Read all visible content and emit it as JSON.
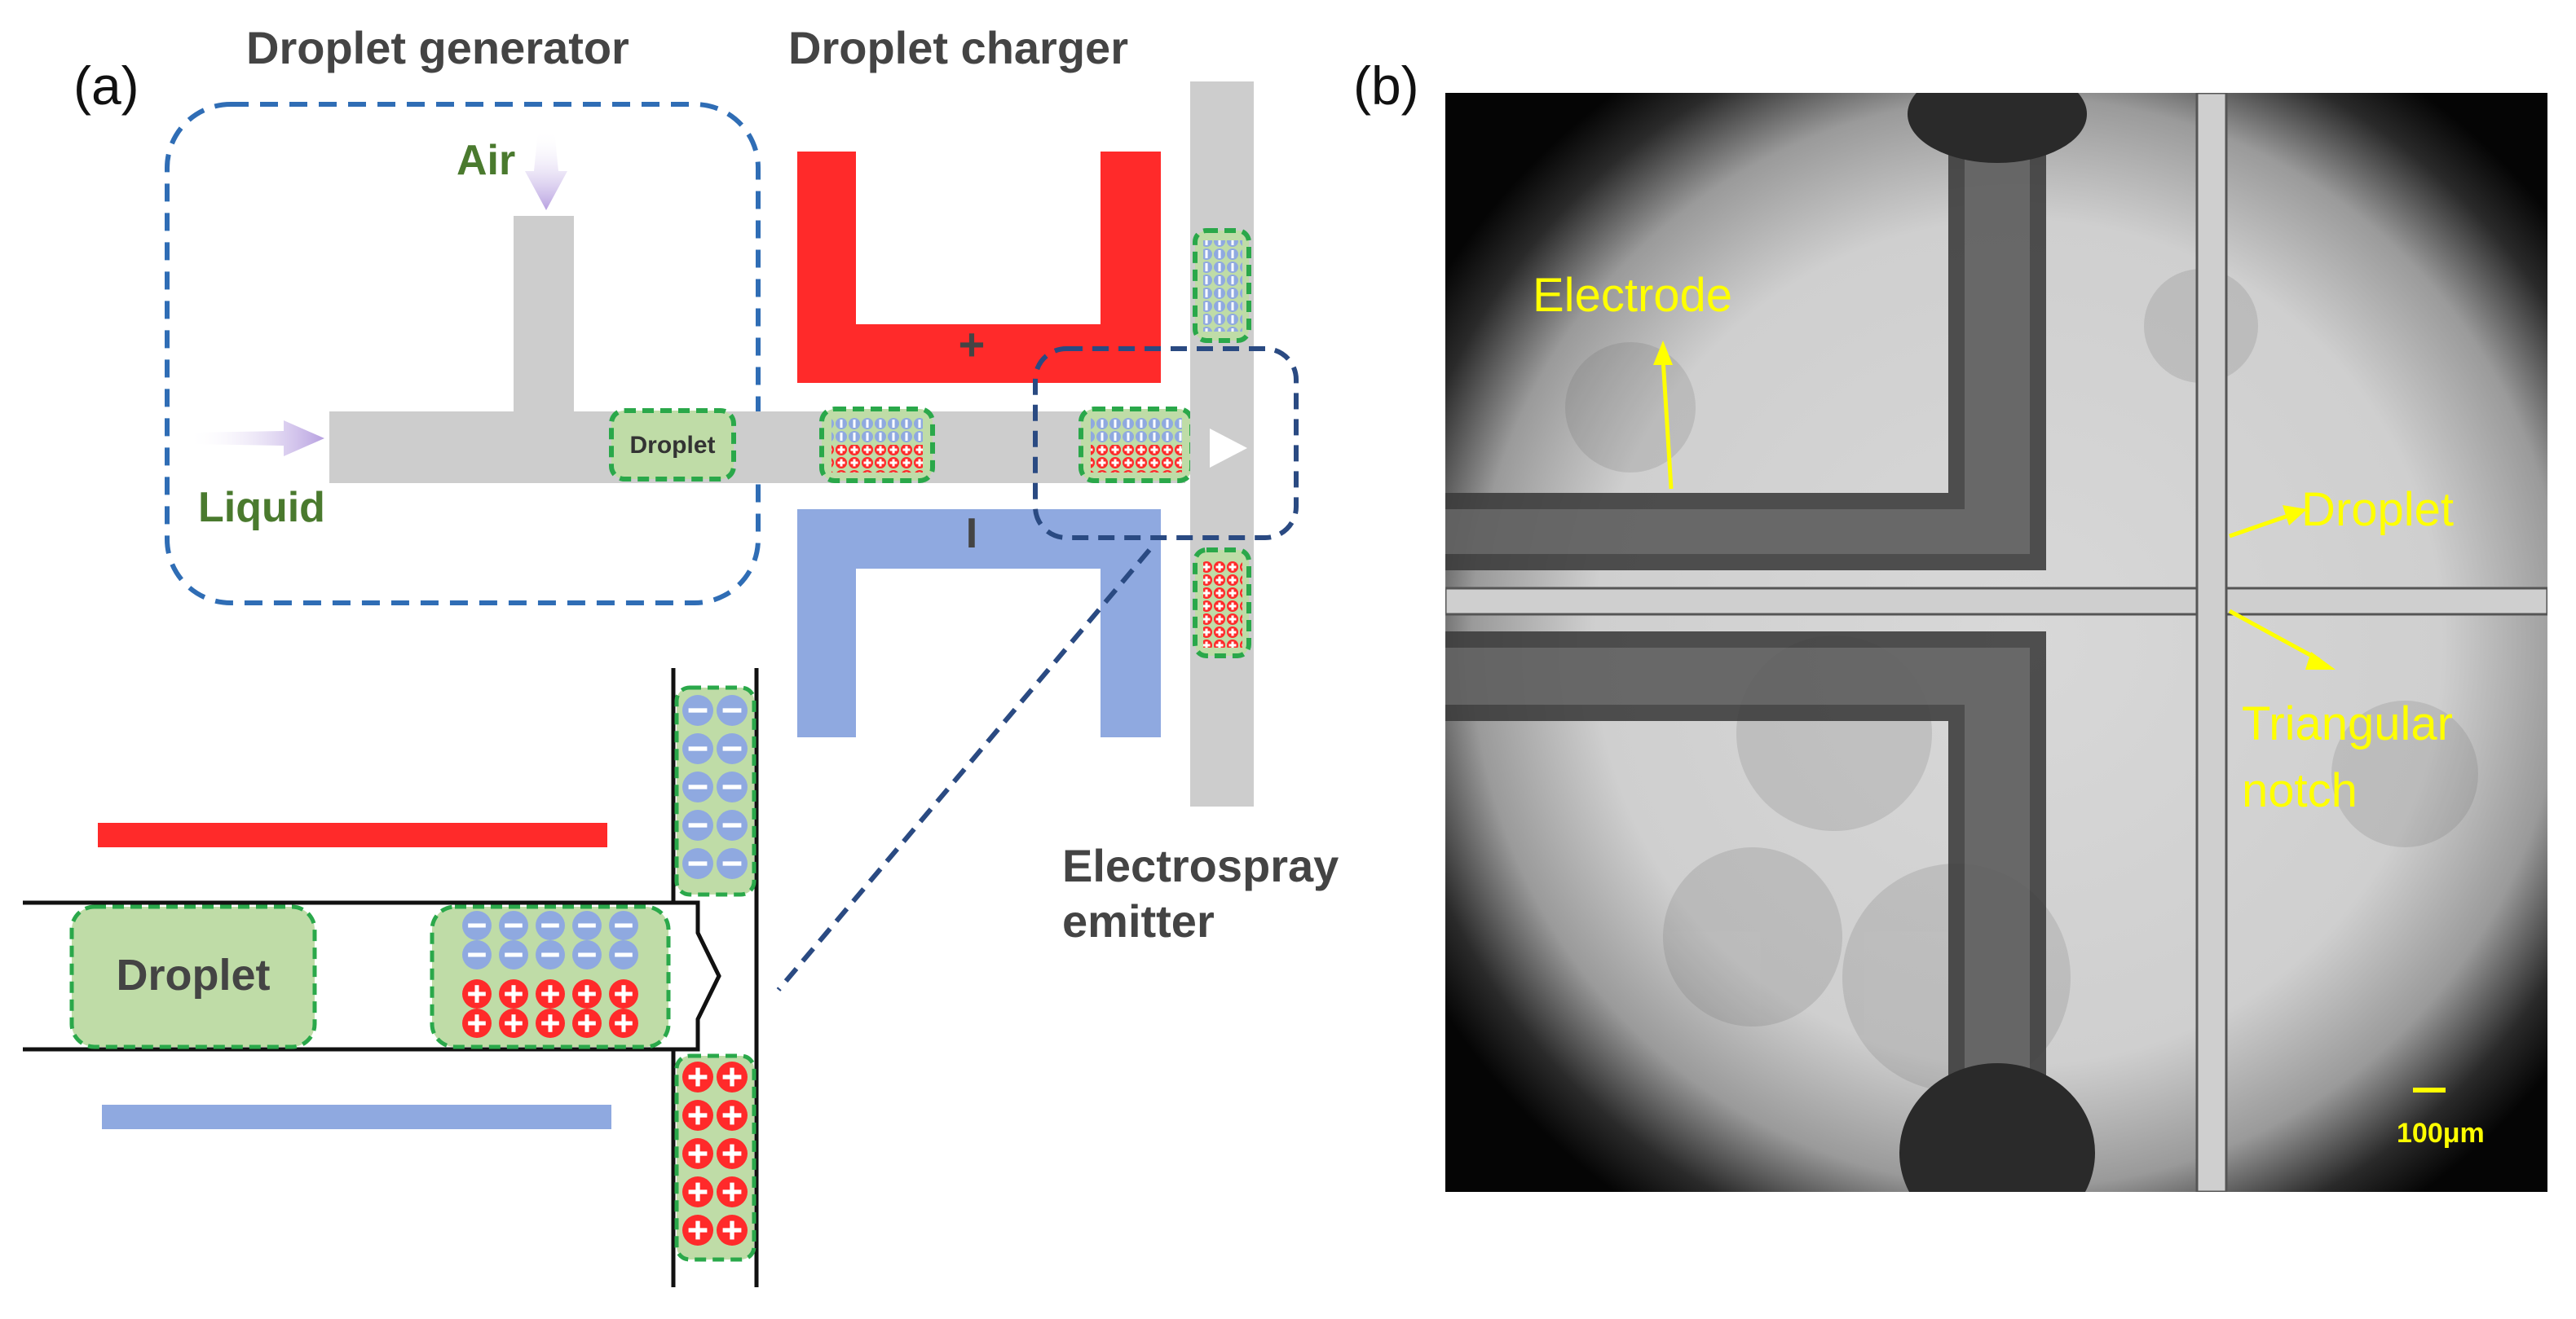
{
  "panel_a": {
    "panel_label": "(a)",
    "title_generator": "Droplet generator",
    "title_charger": "Droplet charger",
    "label_air": "Air",
    "label_liquid": "Liquid",
    "label_droplet_small": "Droplet",
    "label_plus": "+",
    "label_minus": "I",
    "label_emitter_line1": "Electrospray",
    "label_emitter_line2": "emitter",
    "label_droplet_large": "Droplet",
    "colors": {
      "positive_electrode": "#ff2a2a",
      "negative_electrode": "#8fa9e0",
      "channel": "#cdcdcd",
      "droplet_fill": "#bfdca7",
      "droplet_border": "#2aa84a",
      "dashed_box": "#2f6db5",
      "label_green": "#4a7a2e",
      "arrow_purple": "#b7a0e0"
    }
  },
  "panel_b": {
    "panel_label": "(b)",
    "label_electrode": "Electrode",
    "label_droplet": "Droplet",
    "label_notch_line1": "Triangular",
    "label_notch_line2": "notch",
    "scale_bar": "100μm",
    "colors": {
      "annotation": "#ffff00"
    }
  }
}
